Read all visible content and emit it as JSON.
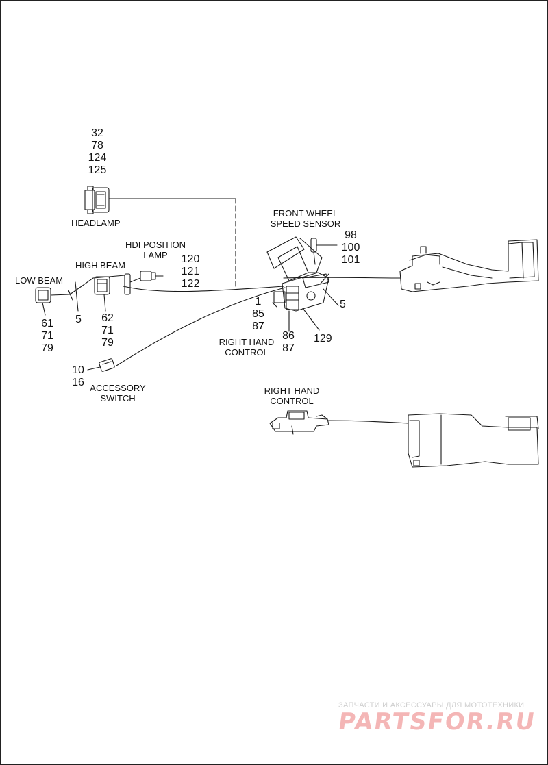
{
  "callouts": {
    "headlamp_parts": [
      "32",
      "78",
      "124",
      "125"
    ],
    "low_beam_parts": [
      "61",
      "71",
      "79"
    ],
    "high_beam_parts": [
      "62",
      "71",
      "79"
    ],
    "clip_part": "5",
    "hdi_parts": [
      "120",
      "121",
      "122"
    ],
    "sensor_parts": [
      "98",
      "100",
      "101"
    ],
    "rhc_left_parts": [
      "1",
      "85",
      "87"
    ],
    "rhc_bottom_parts": [
      "86",
      "87"
    ],
    "rhc_ref": "129",
    "rhc_clip": "5",
    "accessory_parts": [
      "10",
      "16"
    ]
  },
  "labels": {
    "headlamp": "HEADLAMP",
    "high_beam": "HIGH BEAM",
    "low_beam": "LOW BEAM",
    "hdi_line1": "HDI POSITION",
    "hdi_line2": "LAMP",
    "sensor_line1": "FRONT WHEEL",
    "sensor_line2": "SPEED SENSOR",
    "rhc_upper_line1": "RIGHT HAND",
    "rhc_upper_line2": "CONTROL",
    "rhc_lower_line1": "RIGHT HAND",
    "rhc_lower_line2": "CONTROL",
    "accessory_line1": "ACCESSORY",
    "accessory_line2": "SWITCH"
  },
  "watermark": {
    "caption": "ЗАПЧАСТИ И АКСЕССУАРЫ ДЛЯ МОТОТЕХНИКИ",
    "logo": "PARTSFOR.RU"
  },
  "colors": {
    "line": "#1a1a1a",
    "watermark_logo": "#f4b6b6",
    "watermark_text": "#cfcfcf"
  }
}
